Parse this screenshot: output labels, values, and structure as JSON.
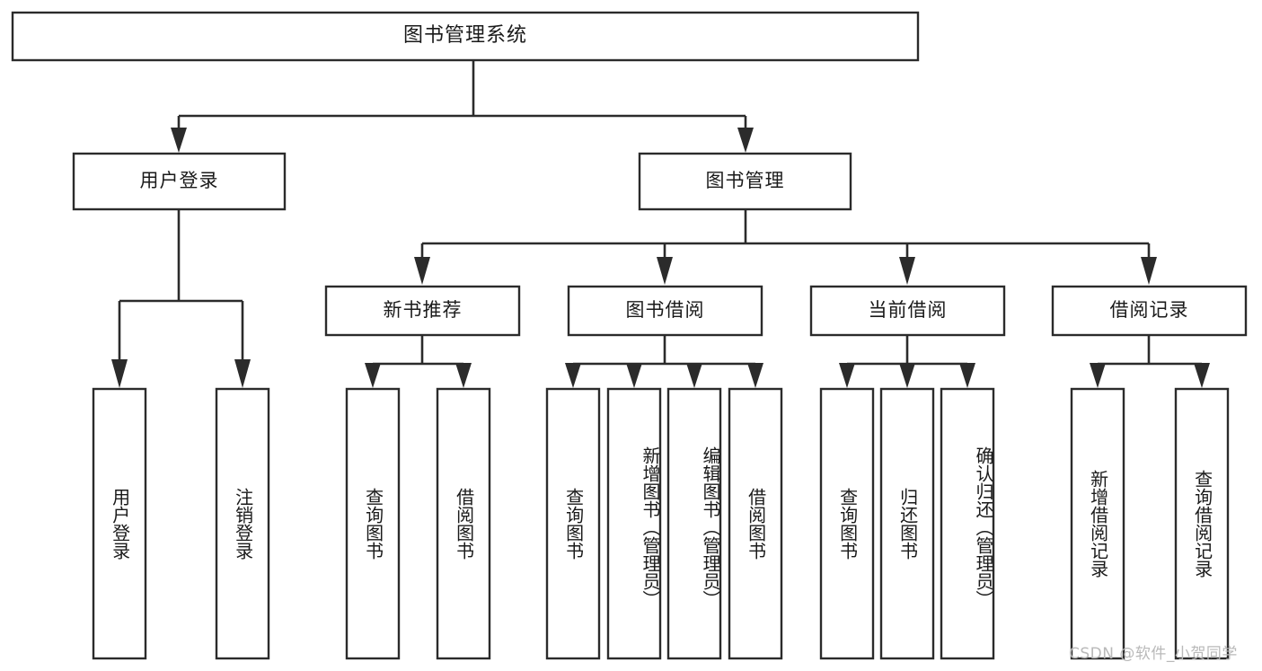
{
  "diagram": {
    "type": "tree",
    "title_node": {
      "id": "root",
      "label": "图书管理系统"
    },
    "level2": [
      {
        "id": "user-login",
        "label": "用户登录"
      },
      {
        "id": "book-manage",
        "label": "图书管理"
      }
    ],
    "level3": [
      {
        "id": "new-book-rec",
        "label": "新书推荐",
        "parent": "book-manage"
      },
      {
        "id": "book-borrow",
        "label": "图书借阅",
        "parent": "book-manage"
      },
      {
        "id": "current-borrow",
        "label": "当前借阅",
        "parent": "book-manage"
      },
      {
        "id": "borrow-record",
        "label": "借阅记录",
        "parent": "book-manage"
      }
    ],
    "leaves": [
      {
        "id": "leaf-user-login",
        "label": "用户登录",
        "parent": "user-login"
      },
      {
        "id": "leaf-logout",
        "label": "注销登录",
        "parent": "user-login"
      },
      {
        "id": "leaf-query-book-1",
        "label": "查询图书",
        "parent": "new-book-rec"
      },
      {
        "id": "leaf-borrow-book-1",
        "label": "借阅图书",
        "parent": "new-book-rec"
      },
      {
        "id": "leaf-query-book-2",
        "label": "查询图书",
        "parent": "book-borrow"
      },
      {
        "id": "leaf-add-book",
        "label": "新增图书（管理员）",
        "parent": "book-borrow"
      },
      {
        "id": "leaf-edit-book",
        "label": "编辑图书（管理员）",
        "parent": "book-borrow"
      },
      {
        "id": "leaf-borrow-book-2",
        "label": "借阅图书",
        "parent": "book-borrow"
      },
      {
        "id": "leaf-query-book-3",
        "label": "查询图书",
        "parent": "current-borrow"
      },
      {
        "id": "leaf-return-book",
        "label": "归还图书",
        "parent": "current-borrow"
      },
      {
        "id": "leaf-confirm-return",
        "label": "确认归还（管理员）",
        "parent": "current-borrow"
      },
      {
        "id": "leaf-add-record",
        "label": "新增借阅记录",
        "parent": "borrow-record"
      },
      {
        "id": "leaf-query-record",
        "label": "查询借阅记录",
        "parent": "borrow-record"
      }
    ],
    "colors": {
      "stroke": "#2b2b2b",
      "fill": "#ffffff",
      "text": "#1a1a1a",
      "watermark": "#b9b9b9"
    }
  },
  "watermark": {
    "text": "CSDN @软件_小贺同学"
  }
}
